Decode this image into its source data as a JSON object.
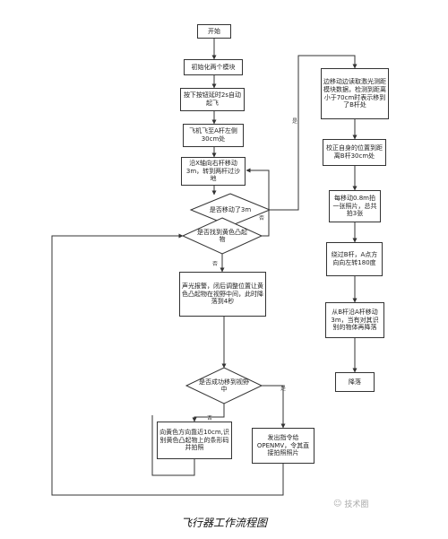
{
  "nodes": {
    "start": "开始",
    "init": "初始化两个模块",
    "takeoff": "按下按钮延时2s自动起飞",
    "arrive_a": "飞机飞至A杆左侧30cm处",
    "move_along": "沿X轴向右杆移动3m，转到两杆过沙地",
    "alarm": "声光报警，闭后调整位置让黄色凸起物在视野中间，此时降落到4秒",
    "approach": "向黄色方向靠近10cm,识别黄色凸起物上的条形码并拍照",
    "send": "发出指令给OPENMV，令其直接拍照照片",
    "edge": "边移动边读取激光测距模块数据，检测到距离小于70cm时表示移到了B杆处",
    "calibrate": "校正自身的位置到距离B杆30cm处",
    "photo": "每移动0.8m拍一张照片，总共拍3张",
    "turn": "绕过B杆，A点方向向左转180度",
    "fly_back": "从B杆沿A杆移动3m，当有对其识别的物体再降落",
    "land": "降落"
  },
  "decisions": {
    "moved_3m": "是否移动了3m",
    "found_yellow": "是否找到黄色凸起物",
    "move_success": "是否成功移到视野中"
  },
  "edge_labels": {
    "yes": "是",
    "no": "否"
  },
  "caption": "飞行器工作流程图",
  "watermark": "技术圈"
}
